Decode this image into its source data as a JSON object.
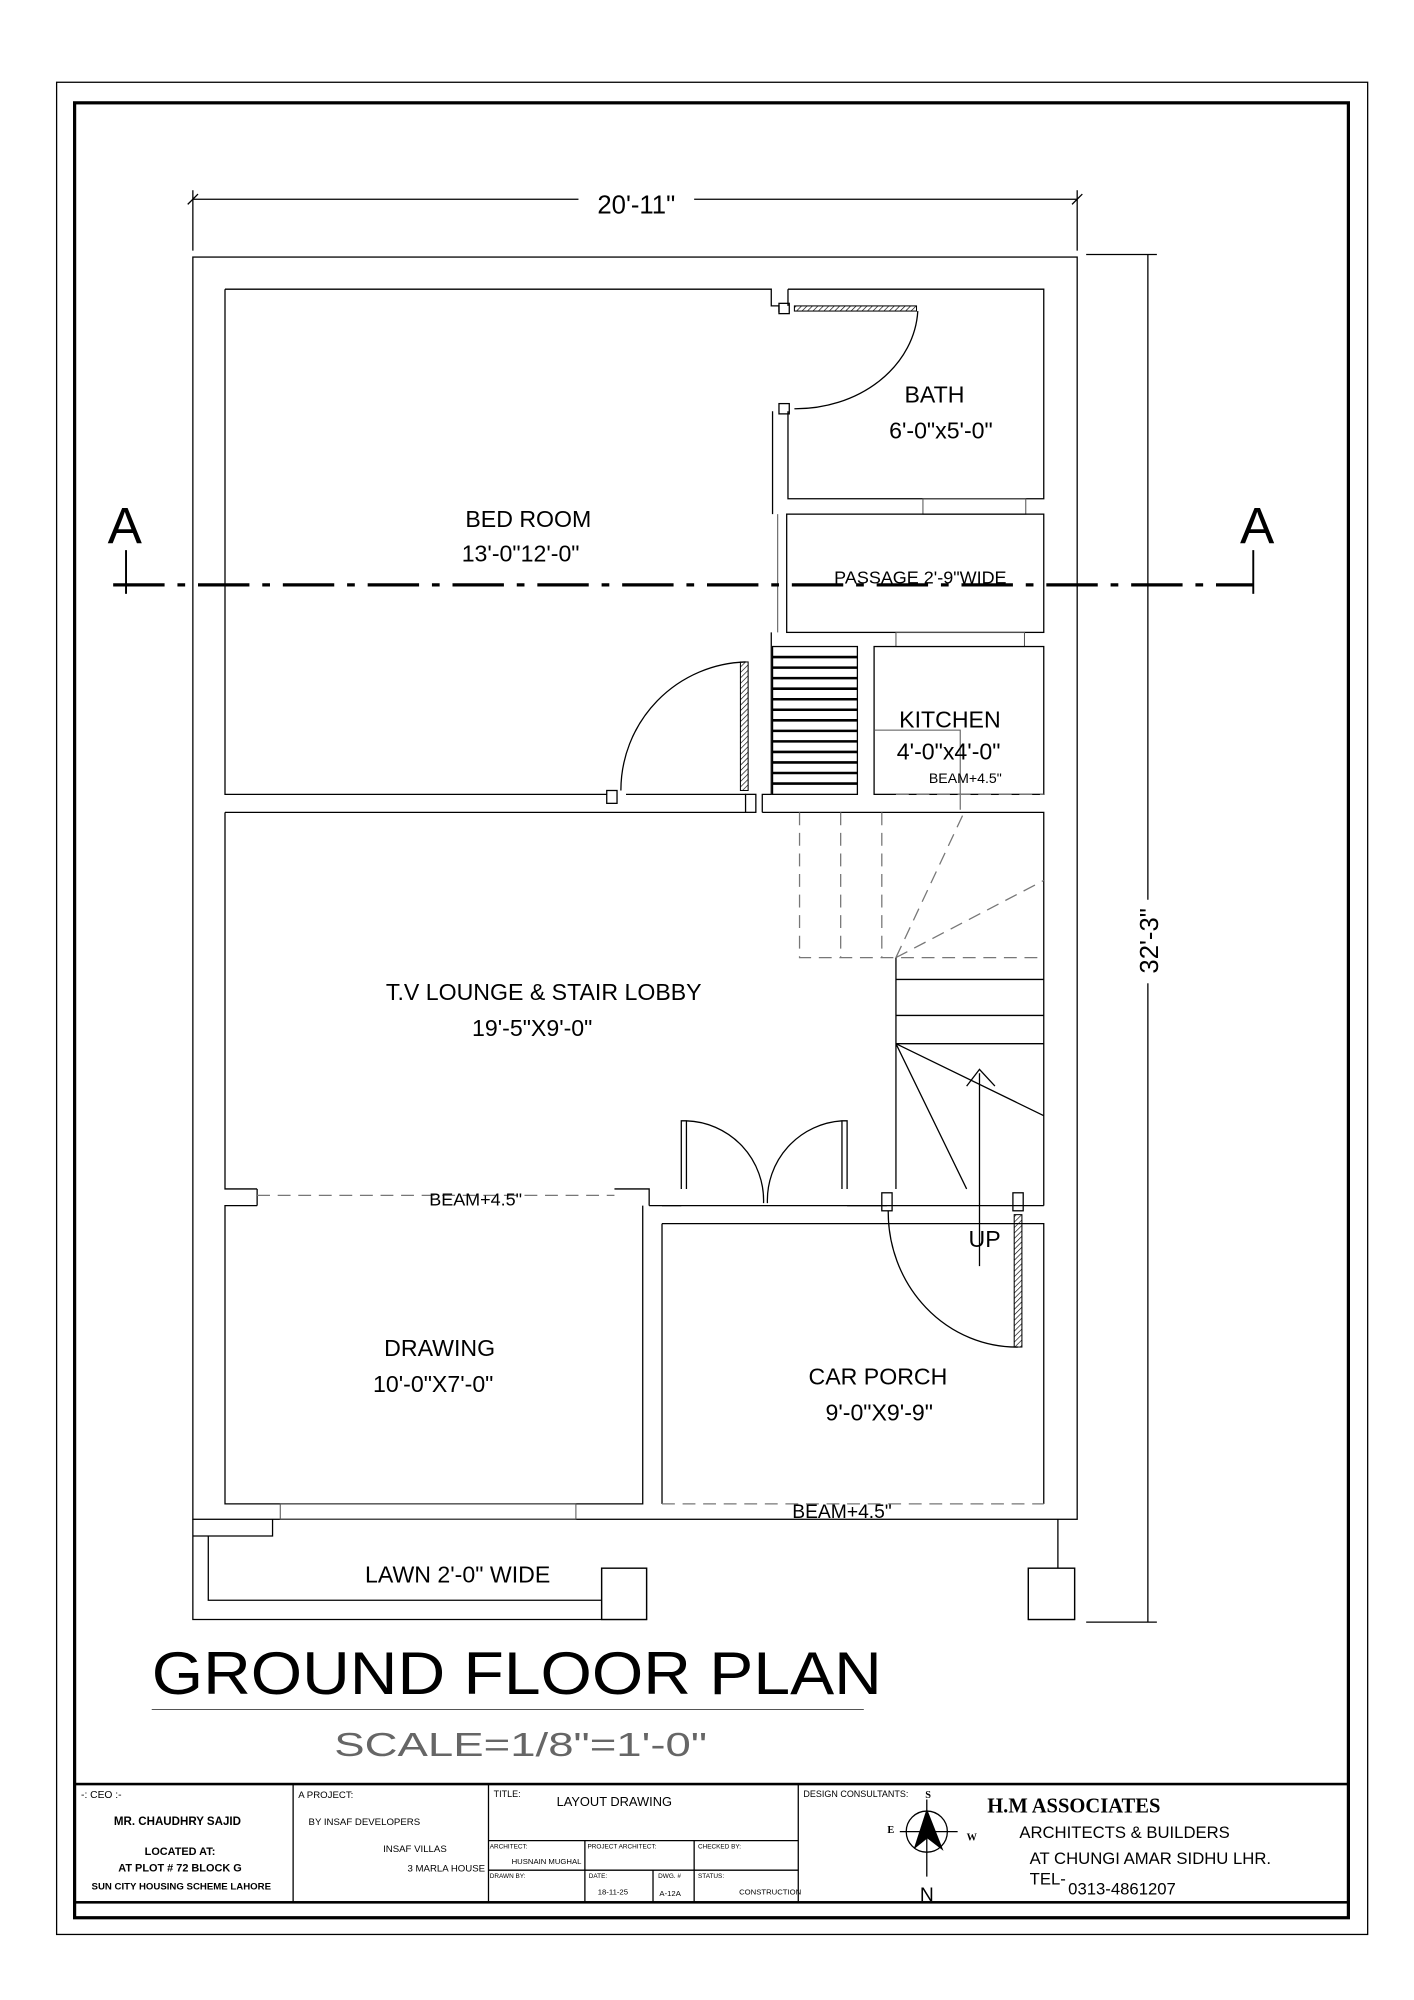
{
  "dimensions": {
    "width": "20'-11\"",
    "depth": "32'-3\""
  },
  "section_marks": {
    "left": "A",
    "right": "A"
  },
  "rooms": {
    "bedroom": {
      "name": "BED ROOM",
      "size": "13'-0\"12'-0\""
    },
    "bath": {
      "name": "BATH",
      "size": "6'-0\"x5'-0\""
    },
    "passage": {
      "name": "PASSAGE 2'-9\"WIDE"
    },
    "kitchen": {
      "name": "KITCHEN",
      "size": "4'-0\"x4'-0\"",
      "beam": "BEAM+4.5\""
    },
    "lounge": {
      "name": "T.V LOUNGE & STAIR LOBBY",
      "size": "19'-5\"X9'-0\""
    },
    "lounge_beam": "BEAM+4.5\"",
    "drawing": {
      "name": "DRAWING",
      "size": "10'-0\"X7'-0\""
    },
    "car_porch": {
      "name": "CAR PORCH",
      "size": "9'-0\"X9'-9\"",
      "beam": "BEAM+4.5\""
    },
    "lawn": {
      "name": "LAWN 2'-0\" WIDE"
    },
    "stair_up": "UP"
  },
  "title": {
    "main": "GROUND FLOOR PLAN",
    "scale": "SCALE=1/8\"=1'-0\""
  },
  "title_block": {
    "ceo_label": "-: CEO :-",
    "ceo_name": "MR. CHAUDHRY SAJID",
    "located_label": "LOCATED AT:",
    "location_1": "AT PLOT # 72 BLOCK G",
    "location_2": "SUN CITY HOUSING SCHEME LAHORE",
    "project_label": "A PROJECT:",
    "project_by": "BY INSAF DEVELOPERS",
    "project_name": "INSAF VILLAS",
    "project_type": "3 MARLA HOUSE",
    "title_label": "TITLE:",
    "title_value": "LAYOUT DRAWING",
    "architect_label": "ARCHITECT:",
    "architect_value": "HUSNAIN MUGHAL",
    "project_architect_label": "PROJECT ARCHITECT:",
    "checked_by_label": "CHECKED BY:",
    "drawn_by_label": "DRAWN BY:",
    "date_label": "DATE:",
    "date_value": "18-11-25",
    "dwg_label": "DWG. #",
    "dwg_value": "A-12A",
    "status_label": "STATUS:",
    "status_value": "CONSTRUCTION",
    "consultants_label": "DESIGN CONSULTANTS:",
    "compass": {
      "s": "S",
      "e": "E",
      "w": "W",
      "n": "N"
    },
    "firm_name": "H.M  ASSOCIATES",
    "firm_tagline": "ARCHITECTS & BUILDERS",
    "firm_address": "AT CHUNGI AMAR SIDHU LHR.",
    "tel_label": "TEL-",
    "tel_value": "0313-4861207"
  }
}
